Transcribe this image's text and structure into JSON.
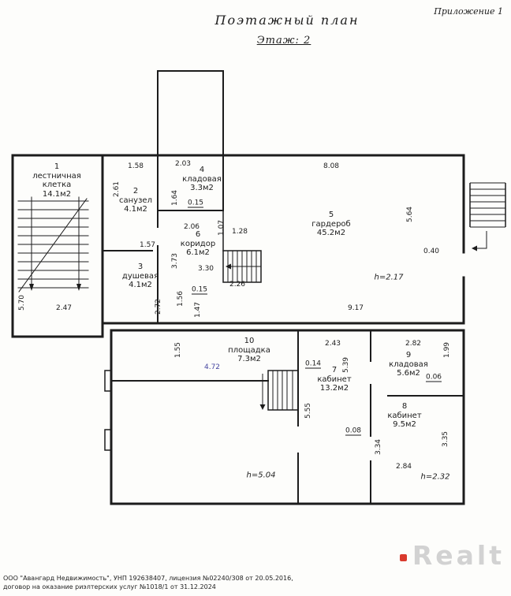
{
  "page": {
    "appendix": "Приложение 1",
    "title": "Поэтажный план",
    "floor_label": "Этаж: 2"
  },
  "rooms": {
    "r1": {
      "num": "1",
      "name": "лестничная клетка",
      "area": "14.1м2"
    },
    "r2": {
      "num": "2",
      "name": "санузел",
      "area": "4.1м2"
    },
    "r3": {
      "num": "3",
      "name": "душевая",
      "area": "4.1м2"
    },
    "r4": {
      "num": "4",
      "name": "кладовая",
      "area": "3.3м2"
    },
    "r5": {
      "num": "5",
      "name": "гардероб",
      "area": "45.2м2"
    },
    "r6": {
      "num": "6",
      "name": "коридор",
      "area": "6.1м2"
    },
    "r7": {
      "num": "7",
      "name": "кабинет",
      "area": "13.2м2"
    },
    "r8": {
      "num": "8",
      "name": "кабинет",
      "area": "9.5м2"
    },
    "r9": {
      "num": "9",
      "name": "кладовая",
      "area": "5.6м2"
    },
    "r10": {
      "num": "10",
      "name": "площадка",
      "area": "7.3м2"
    }
  },
  "dims": {
    "d158": "1.58",
    "d261": "2.61",
    "d203": "2.03",
    "d164": "1.64",
    "d015a": "0.15",
    "d206": "2.06",
    "d107": "1.07",
    "d128": "1.28",
    "d808": "8.08",
    "d564": "5.64",
    "d040": "0.40",
    "d157": "1.57",
    "d373": "3.73",
    "d330": "3.30",
    "d226": "2.26",
    "d015b": "0.15",
    "d156": "1.56",
    "d272": "2.72",
    "d147": "1.47",
    "d917": "9.17",
    "d570": "5.70",
    "d247": "2.47",
    "d155": "1.55",
    "d472": "4.72",
    "d243": "2.43",
    "d014": "0.14",
    "d539": "5.39",
    "d282": "2.82",
    "d199": "1.99",
    "d006": "0.06",
    "d555": "5.55",
    "d008": "0.08",
    "d334": "3.34",
    "d335": "3.35",
    "d284": "2.84"
  },
  "heights": {
    "h217": "h=2.17",
    "h504": "h=5.04",
    "h232": "h=2.32"
  },
  "footer": {
    "line1": "ООО \"Авангард Недвижимость\", УНП 192638407, лицензия №02240/308 от 20.05.2016,",
    "line2": "договор на оказание риэлтерских услуг №1018/1 от 31.12.2024"
  },
  "watermark": {
    "text": "Realt"
  },
  "colors": {
    "ink": "#1c1c1c",
    "pen_note": "#4646a0",
    "watermark_gray": "#d2d2d2",
    "watermark_red": "#d93a2d"
  }
}
